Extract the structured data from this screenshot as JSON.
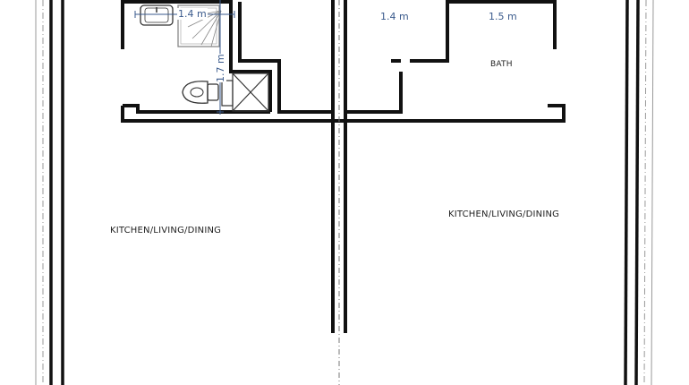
{
  "plan": {
    "rooms": {
      "bath_right": "BATH",
      "kitchen_left": "KITCHEN/LIVING/DINING",
      "kitchen_right": "KITCHEN/LIVING/DINING"
    },
    "dimensions": {
      "left_bath_width": "1.4 m",
      "left_bath_height": "1.7 m",
      "center_width": "1.4 m",
      "right_bath_width": "1.5 m"
    },
    "colors": {
      "wall": "#111111",
      "fixture": "#333333",
      "dimension": "#3a5a8c"
    }
  }
}
